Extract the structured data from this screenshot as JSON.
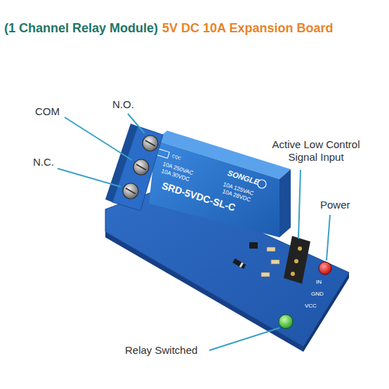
{
  "diagram": {
    "title": "(1 Channel Relay Module)",
    "labels": [
      "5V DC 10A Expansion Board",
      "COM",
      "N.O.",
      "N.C.",
      "Active Low Control Signal Input",
      "Power",
      "Relay Switched",
      "CQC",
      "SONGLE",
      "10A 250VAC",
      "10A 30VDC",
      "10A 125VAC",
      "10A 28VDC",
      "SRD-5VDC-SL-C",
      "IN",
      "GND",
      "VCC"
    ]
  }
}
